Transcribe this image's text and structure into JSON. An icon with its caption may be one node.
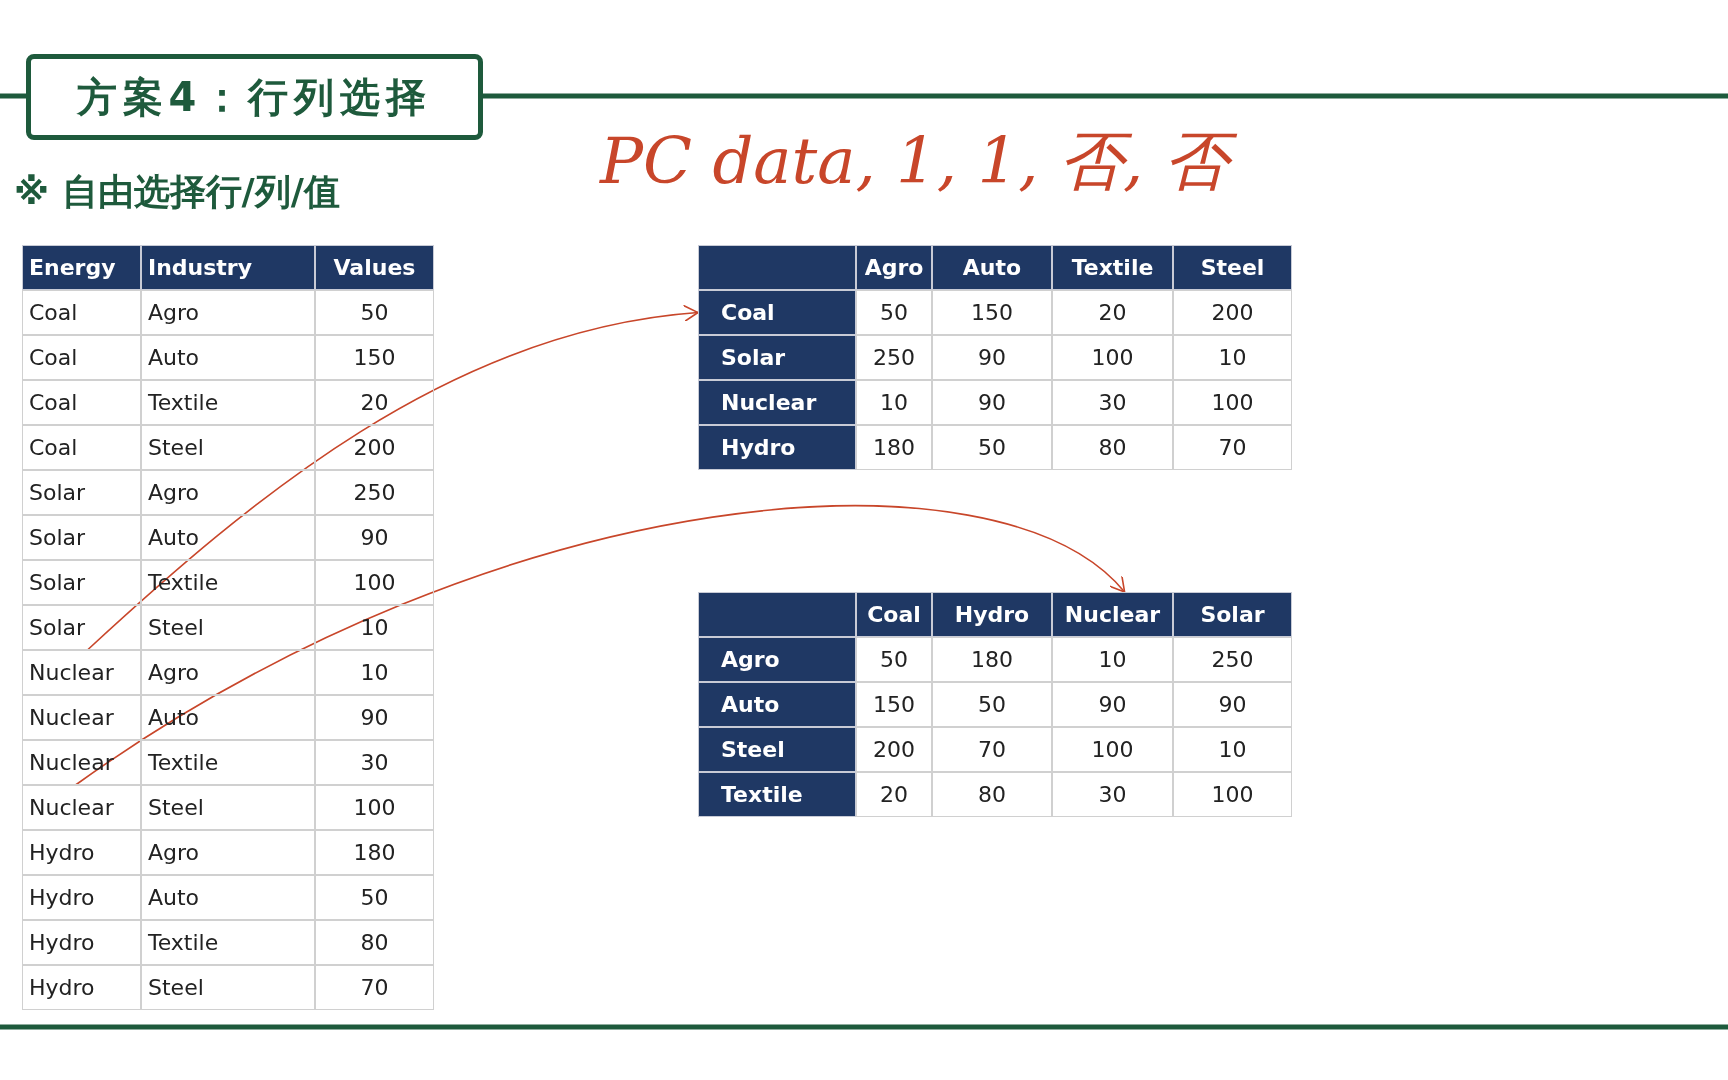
{
  "diagram": {
    "title": "方案4：行列选择",
    "nodes": [
      {
        "text": [
          "Nuclear"
        ]
      },
      {
        "text": [
          "Nuclear"
        ]
      },
      {
        "text": [
          "Coal"
        ]
      },
      {
        "text": [
          "Nuclear"
        ]
      }
    ],
    "edges": [
      {
        "from": 0,
        "to": 2,
        "arrow": "to"
      },
      {
        "from": 1,
        "to": 3,
        "arrow": "to"
      }
    ],
    "labels": [
      "※ 自由选择行/列/值",
      "PC data, 1, 1, 否, 否",
      "Energy",
      "Industry",
      "Values",
      "Coal",
      "Agro",
      "50",
      "Coal",
      "Auto",
      "150",
      "Coal",
      "Textile",
      "20",
      "Coal",
      "Steel",
      "200",
      "Solar",
      "Agro",
      "250",
      "Solar",
      "Auto",
      "90",
      "Solar",
      "Textile",
      "100",
      "Solar",
      "Steel",
      "10",
      "Agro",
      "10",
      "Nuclear",
      "Auto",
      "90",
      "Nuclear",
      "Textile",
      "30",
      "Steel",
      "100",
      "Hydro",
      "Agro",
      "180",
      "Hydro",
      "Auto",
      "50",
      "Hydro",
      "Textile",
      "80",
      "Hydro",
      "Steel",
      "70",
      "Agro",
      "Auto",
      "Textile",
      "Steel",
      "50",
      "150",
      "20",
      "200",
      "Solar",
      "250",
      "90",
      "100",
      "10",
      "Nuclear",
      "10",
      "90",
      "30",
      "100",
      "Hydro",
      "180",
      "50",
      "80",
      "70",
      "Coal",
      "Hydro",
      "Solar",
      "Agro",
      "50",
      "180",
      "10",
      "250",
      "Auto",
      "150",
      "50",
      "90",
      "90",
      "Steel",
      "200",
      "70",
      "100",
      "10",
      "Textile",
      "20",
      "80",
      "30",
      "100"
    ]
  }
}
